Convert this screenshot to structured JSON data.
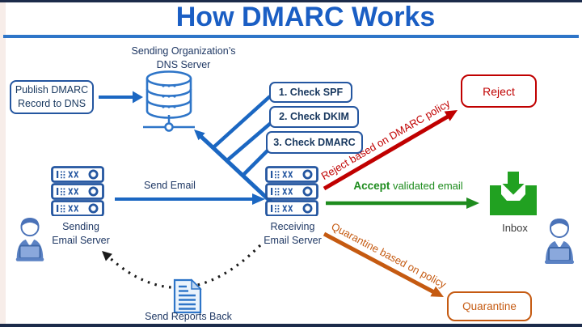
{
  "title": "How DMARC Works",
  "dns": {
    "label_line1": "Sending Organization’s",
    "label_line2": "DNS Server"
  },
  "publish_box": {
    "line1": "Publish DMARC",
    "line2": "Record to DNS"
  },
  "checks": [
    {
      "label": "1. Check SPF"
    },
    {
      "label": "2. Check DKIM"
    },
    {
      "label": "3. Check DMARC"
    }
  ],
  "servers": {
    "sending": {
      "line1": "Sending",
      "line2": "Email Server"
    },
    "receiving": {
      "line1": "Receiving",
      "line2": "Email Server"
    }
  },
  "flows": {
    "send_email": "Send Email",
    "reject_path": "Reject based on DMARC policy",
    "accept_emphasis": "Accept",
    "accept_rest": " validated email",
    "quarantine_path": "Quarantine based on policy",
    "send_reports": "Send Reports Back"
  },
  "outcomes": {
    "reject": "Reject",
    "inbox": "Inbox",
    "quarantine": "Quarantine"
  },
  "icons": {
    "dns_server": "database-cylinder-icon",
    "email_server": "server-stack-icon",
    "user": "person-at-laptop-icon",
    "inbox": "inbox-download-tray-icon",
    "report": "document-icon"
  },
  "colors": {
    "title_blue": "#1a5ec4",
    "arrow_blue": "#1b67c2",
    "box_border_blue": "#2456a0",
    "navy_text": "#1f3864",
    "reject_red": "#c00000",
    "accept_green": "#1e8c1e",
    "inbox_green": "#21a121",
    "quarantine_orange": "#c55a11"
  }
}
